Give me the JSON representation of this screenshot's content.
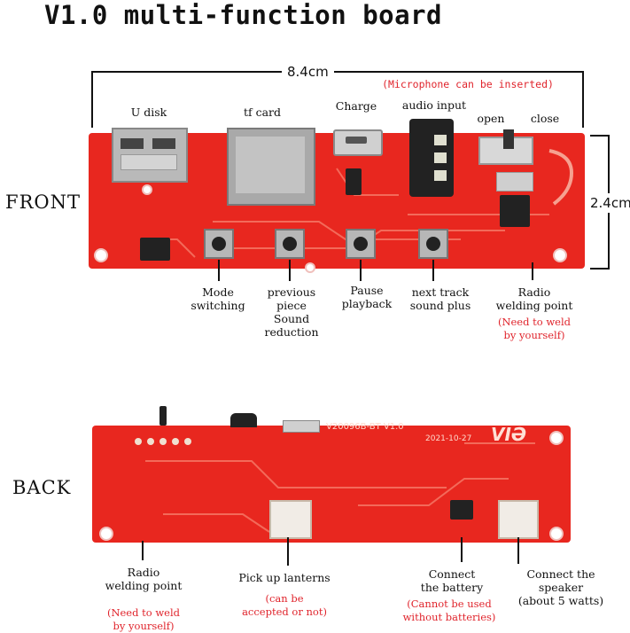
{
  "title": "V1.0 multi-function board",
  "sides": {
    "front": "FRONT",
    "back": "BACK"
  },
  "dimensions": {
    "width": "8.4cm",
    "height": "2.4cm"
  },
  "front_top_labels": {
    "microphone_note": "(Microphone can be inserted)",
    "u_disk": "U disk",
    "tf_card": "tf card",
    "charge": "Charge",
    "audio_input": "audio input",
    "open": "open",
    "close": "close"
  },
  "front_bottom_labels": {
    "mode": "Mode\nswitching",
    "previous": "previous\npiece\nSound\nreduction",
    "pause": "Pause\nplayback",
    "next": "next track\nsound plus",
    "radio": "Radio\nwelding point",
    "radio_note": "(Need to weld\nby yourself)"
  },
  "back_labels": {
    "radio": "Radio\nwelding point",
    "radio_note": "(Need to weld\nby yourself)",
    "lanterns": "Pick up lanterns",
    "lanterns_note": "(can be\naccepted or not)",
    "battery": "Connect\nthe battery",
    "battery_note": "(Cannot be used\nwithout batteries)",
    "speaker": "Connect the\nspeaker\n(about 5 watts)"
  },
  "silkscreen": {
    "board_id": "V20096B-BT V1.0",
    "date": "2021-10-27",
    "logo": "VIƏ"
  },
  "colors": {
    "pcb": "#e8271f",
    "note_red": "#e0242c"
  }
}
